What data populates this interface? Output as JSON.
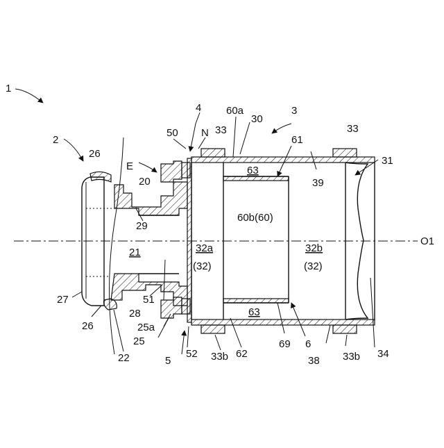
{
  "labels": {
    "l1": "1",
    "l2": "2",
    "l3": "3",
    "l4": "4",
    "l5": "5",
    "l6": "6",
    "l20": "20",
    "l21": "21",
    "l22": "22",
    "l25": "25",
    "l25a": "25a",
    "l26a": "26",
    "l26b": "26",
    "l27": "27",
    "l28": "28",
    "l29": "29",
    "l30": "30",
    "l31": "31",
    "l32a": "32a",
    "l32a_p": "(32)",
    "l32b": "32b",
    "l32b_p": "(32)",
    "l33a": "33",
    "l33b": "33",
    "l33c": "33b",
    "l33d": "33b",
    "l34": "34",
    "l38": "38",
    "l39": "39",
    "l50": "50",
    "l51": "51",
    "l52": "52",
    "l60a": "60a",
    "l60b": "60b(60)",
    "l61": "61",
    "l62": "62",
    "l63a": "63",
    "l63b": "63",
    "l69": "69",
    "lE": "E",
    "lN": "N",
    "lO1": "O1"
  }
}
